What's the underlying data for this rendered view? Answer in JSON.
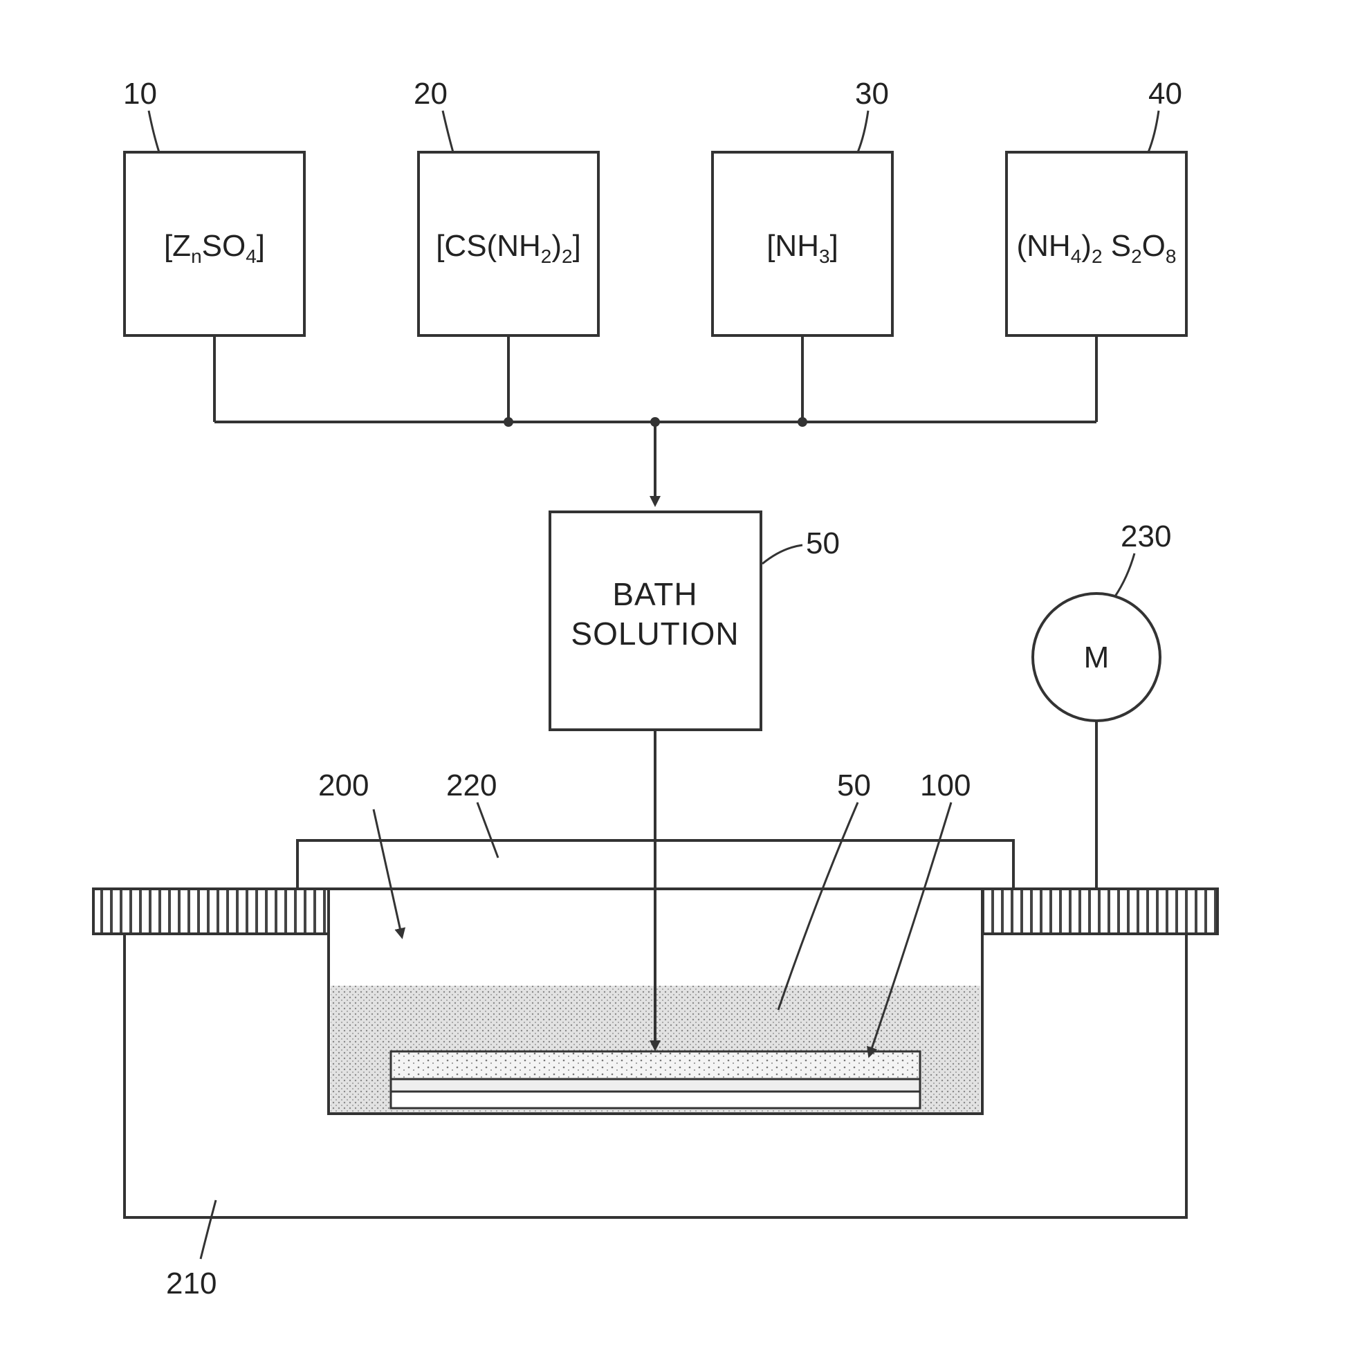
{
  "reference_numerals": {
    "box_10": "10",
    "box_20": "20",
    "box_30": "30",
    "box_40": "40",
    "bath": "50",
    "solution_in_tank": "50",
    "substrate": "100",
    "tank": "200",
    "base": "210",
    "lid": "220",
    "motor": "230"
  },
  "chemicals": {
    "zinc_sulfate": {
      "open": "[Z",
      "sub1": "n",
      "mid": "SO",
      "sub2": "4",
      "close": "]"
    },
    "thiourea": {
      "open": "[CS(NH",
      "sub1": "2",
      "mid": ")",
      "sub2": "2",
      "close": "]"
    },
    "ammonia": {
      "open": "[NH",
      "sub1": "3",
      "close": "]"
    },
    "persulfate": {
      "open": "(NH",
      "sub1": "4",
      "mid1": ")",
      "sub2": "2",
      "mid2": " S",
      "sub3": "2",
      "mid3": "O",
      "sub4": "8"
    }
  },
  "bath_box": {
    "line1": "BATH",
    "line2": "SOLUTION"
  },
  "motor_label": "M",
  "colors": {
    "ink": "#333333",
    "solution_fill": "#dcdcdc",
    "background": "#ffffff"
  }
}
